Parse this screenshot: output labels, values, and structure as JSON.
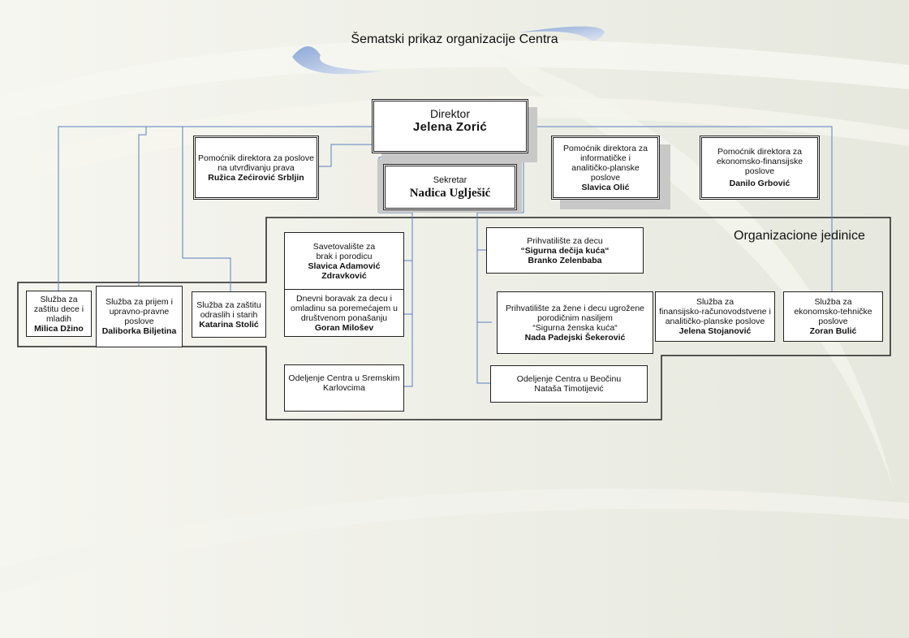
{
  "title": "Šematski prikaz organizacije Centra",
  "colors": {
    "connector": "#5b7fc0",
    "frame": "#222222",
    "background": "#eeeee6"
  },
  "director": {
    "role": "Direktor",
    "name": "Jelena Zorić"
  },
  "secretary": {
    "role": "Sekretar",
    "name": "Nadica Uglješić"
  },
  "assistants": [
    {
      "role_lines": [
        "Pomoćnik direktora za poslove",
        "na utvrđivanju prava"
      ],
      "name": "Ružica Zećirović Srbljin"
    },
    {
      "role_lines": [
        "Pomoćnik direktora za",
        "informatičke i",
        "analitičko-planske poslove"
      ],
      "name": "Slavica Olić"
    },
    {
      "role_lines": [
        "Pomoćnik direktora za",
        "ekonomsko-finansijske",
        "poslove"
      ],
      "name": "Danilo Grbović"
    }
  ],
  "org_units_label": "Organizacione jedinice",
  "services_left": [
    {
      "role_lines": [
        "Služba za",
        "zaštitu  dece i",
        "mladih"
      ],
      "name": "Milica Džino"
    },
    {
      "role_lines": [
        "Služba za prijem i",
        "upravno-pravne",
        "poslove"
      ],
      "name": "Daliborka Biljetina"
    },
    {
      "role_lines": [
        "Služba za zaštitu",
        "odraslih i starih"
      ],
      "name": "Katarina Stolić"
    }
  ],
  "units_center_left": [
    {
      "role_lines": [
        "Savetovalište za",
        "brak i porodicu"
      ],
      "name_lines": [
        "Slavica Adamović",
        "Zdravković"
      ]
    },
    {
      "role_lines": [
        "Dnevni boravak za decu i",
        "omladinu sa poremećajem u",
        "društvenom ponašanju"
      ],
      "name_lines": [
        "Goran Milošev"
      ]
    },
    {
      "role_lines": [
        "Odeljenje Centra u Sremskim",
        "Karlovcima"
      ],
      "name_lines": []
    }
  ],
  "units_center_right": [
    {
      "role_lines": [
        "Prihvatilište za decu"
      ],
      "name_lines": [
        "“Sigurna dečija  kuća“",
        "Branko Zelenbaba"
      ]
    },
    {
      "role_lines": [
        "Prihvatilište  za žene i decu ugrožene",
        "porodičnim nasiljem",
        "“Sigurna ženska kuća“"
      ],
      "name_lines": [
        "Nada Padejski Šekerović"
      ]
    },
    {
      "role_lines": [
        "Odeljenje Centra u Beočinu",
        "Nataša Timotijević"
      ],
      "name_lines": []
    }
  ],
  "services_right": [
    {
      "role_lines": [
        "Služba za",
        "finansijsko-računovodstvene i",
        "analitičko-planske poslove"
      ],
      "name": "Jelena Stojanović"
    },
    {
      "role_lines": [
        "Služba za",
        "ekonomsko-tehničke",
        "poslove"
      ],
      "name": "Zoran Bulić"
    }
  ]
}
